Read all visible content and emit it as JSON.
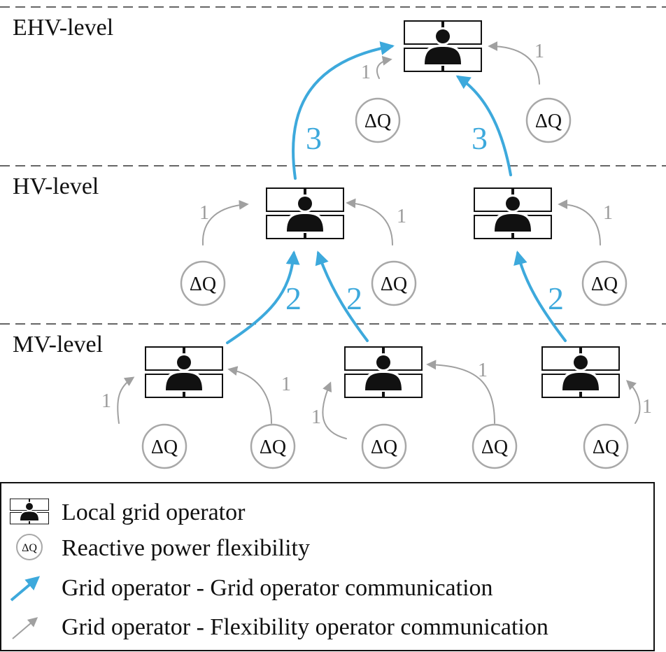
{
  "levels": {
    "ehv": "EHV-level",
    "hv": "HV-level",
    "mv": "MV-level"
  },
  "symbols": {
    "flexibility": "ΔQ",
    "legend_flexibility": "ΔQ"
  },
  "steps": {
    "flex_to_operator": "1",
    "mv_to_hv": "2",
    "hv_to_ehv": "3"
  },
  "legend": {
    "operator": "Local grid operator",
    "flexibility": "Reactive power flexibility",
    "op_op": "Grid operator - Grid operator communication",
    "op_flex": "Grid operator - Flexibility operator communication"
  },
  "colors": {
    "blue_arrow": "#3da9dc",
    "gray_arrow": "#a0a0a0",
    "flex_circle_stroke": "#a8a8a8"
  }
}
